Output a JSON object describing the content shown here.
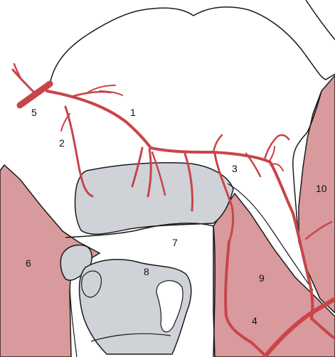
{
  "labels": {
    "l1": "1",
    "l2": "2",
    "l3": "3",
    "l4": "4",
    "l5": "5",
    "l6": "6",
    "l7": "7",
    "l8": "8",
    "l9": "9",
    "l10": "10"
  },
  "colors": {
    "artery": "#c8454a",
    "muscle_fill": "#d99a9d",
    "bone_fill": "#cfd3d7",
    "outline": "#1a1a1a",
    "background": "#ffffff"
  }
}
